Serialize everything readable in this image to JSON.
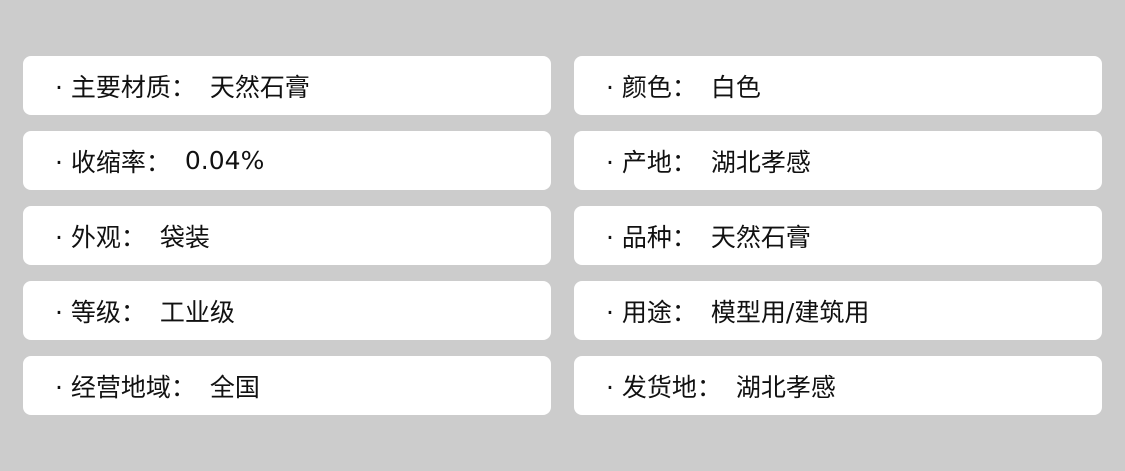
{
  "attributes": [
    {
      "label": "· 主要材质：",
      "value": "天然石膏"
    },
    {
      "label": "· 颜色：",
      "value": "白色"
    },
    {
      "label": "· 收缩率：",
      "value": "0.04%"
    },
    {
      "label": "· 产地：",
      "value": "湖北孝感"
    },
    {
      "label": "· 外观：",
      "value": "袋装"
    },
    {
      "label": "· 品种：",
      "value": "天然石膏"
    },
    {
      "label": "· 等级：",
      "value": "工业级"
    },
    {
      "label": "· 用途：",
      "value": "模型用/建筑用"
    },
    {
      "label": "· 经营地域：",
      "value": "全国"
    },
    {
      "label": "· 发货地：",
      "value": "湖北孝感"
    }
  ]
}
